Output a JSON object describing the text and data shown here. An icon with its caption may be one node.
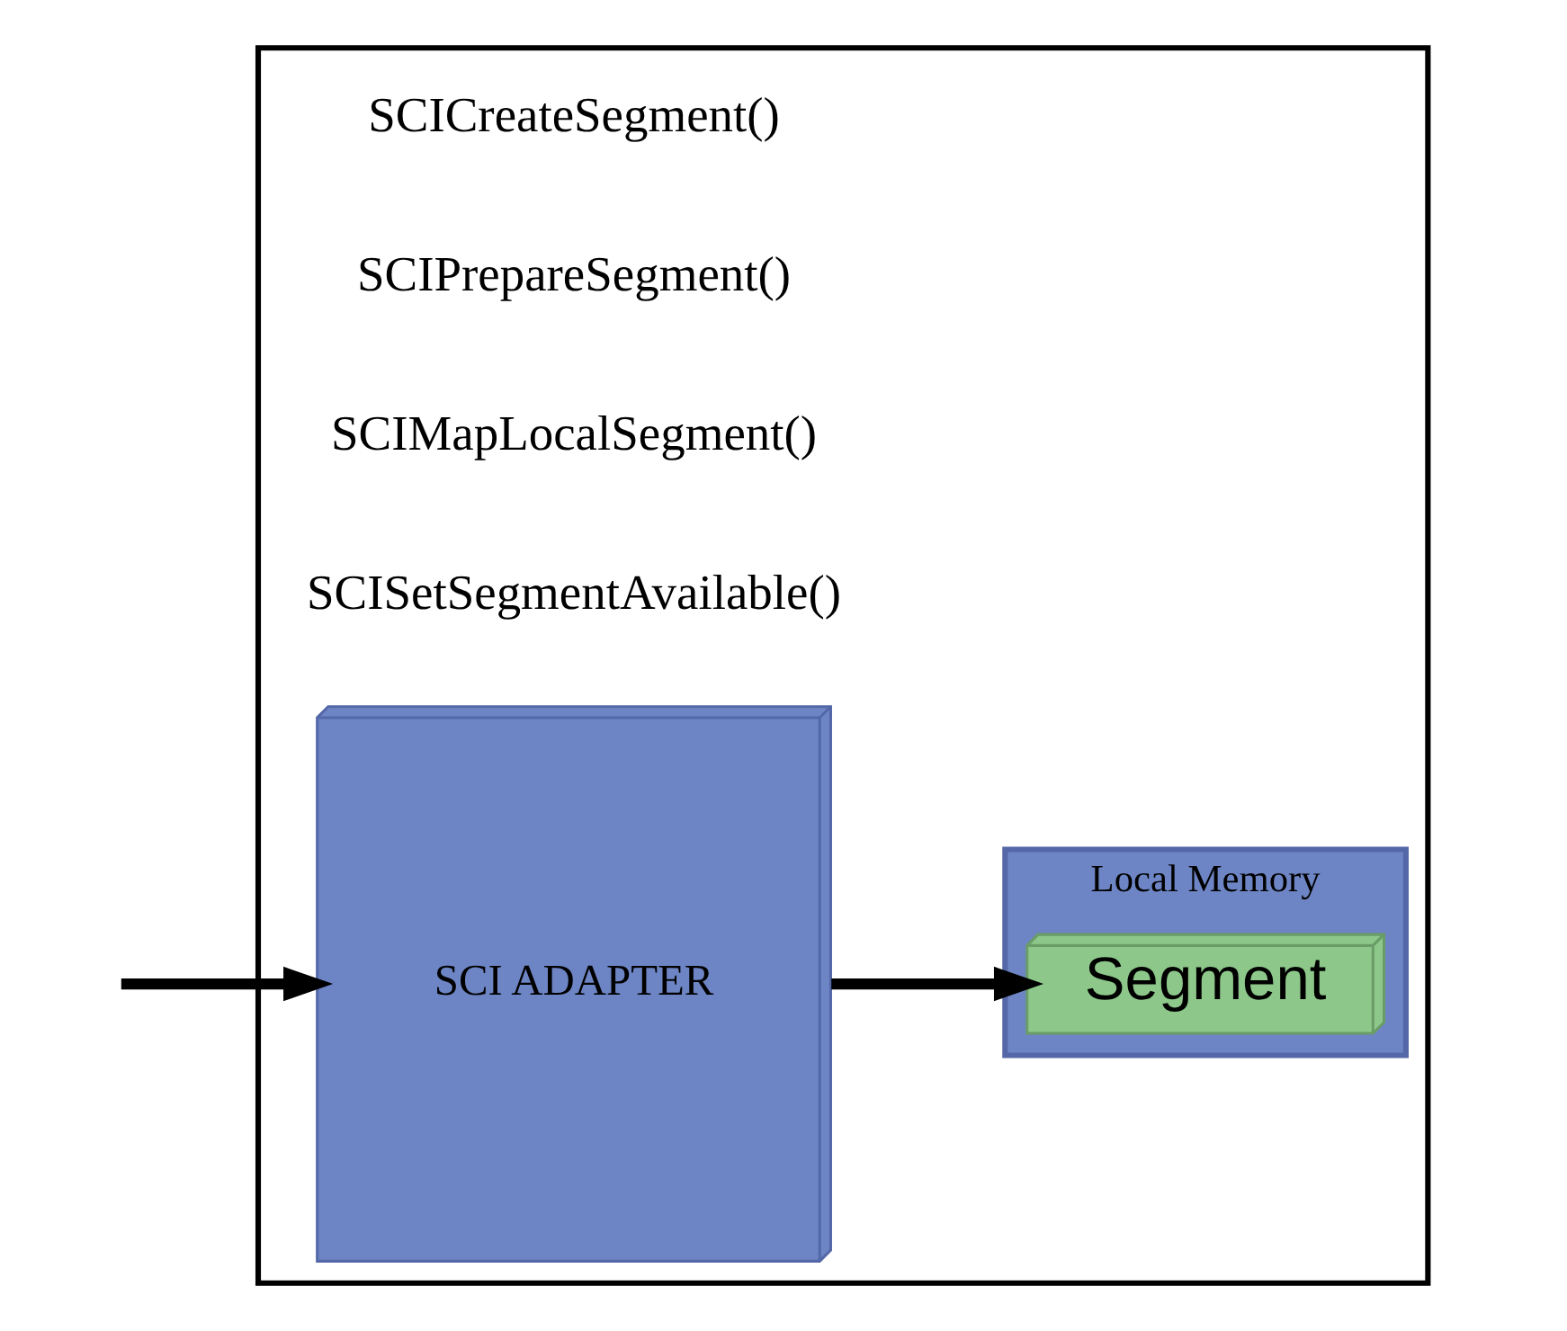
{
  "diagram": {
    "nodes": [
      {
        "text": [],
        "shape": "box"
      },
      {
        "text": [
          "SCI ADAPTER"
        ],
        "in": 0
      },
      {
        "text": [
          "Local Memory"
        ],
        "in": 0
      },
      {
        "text": [
          "Segment"
        ],
        "in": 2
      }
    ],
    "edges": [
      {
        "from": null,
        "to": 1,
        "arrow": "to"
      },
      {
        "from": 1,
        "to": 3,
        "arrow": "to"
      }
    ],
    "labels": [
      "SCICreateSegment()",
      "SCIPrepareSegment()",
      "SCIMapLocalSegment()",
      "SCISetSegmentAvailable()"
    ]
  }
}
